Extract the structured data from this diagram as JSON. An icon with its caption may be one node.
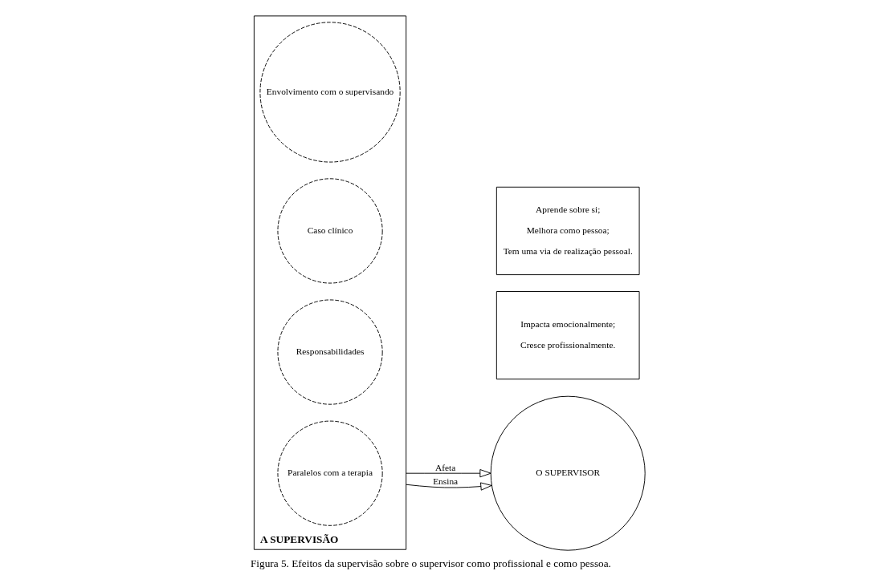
{
  "diagram": {
    "caption": "Figura 5. Efeitos da supervisão sobre o supervisor como profissional e como pessoa.",
    "nodes": [
      {
        "text": [
          "A SUPERVISÃO"
        ]
      },
      {
        "text": [
          "Envolvimento com o supervisando"
        ],
        "in": 0
      },
      {
        "text": [
          "Caso clínico"
        ],
        "in": 0
      },
      {
        "text": [
          "Responsabilidades"
        ],
        "in": 0
      },
      {
        "text": [
          "Paralelos com a terapia"
        ],
        "in": 0
      },
      {
        "text": [
          "O SUPERVISOR"
        ]
      },
      {
        "text": [
          "Impacta emocionalmente;",
          "Cresce profissionalmente."
        ]
      },
      {
        "text": [
          "Aprende sobre si;",
          "Melhora como pessoa;",
          "Tem uma via de realização pessoal."
        ]
      }
    ],
    "edges": [
      {
        "from": 0,
        "to": 5,
        "arrow": "to",
        "label": "Afeta"
      },
      {
        "from": 0,
        "to": 5,
        "arrow": "to",
        "label": "Ensina"
      }
    ]
  }
}
